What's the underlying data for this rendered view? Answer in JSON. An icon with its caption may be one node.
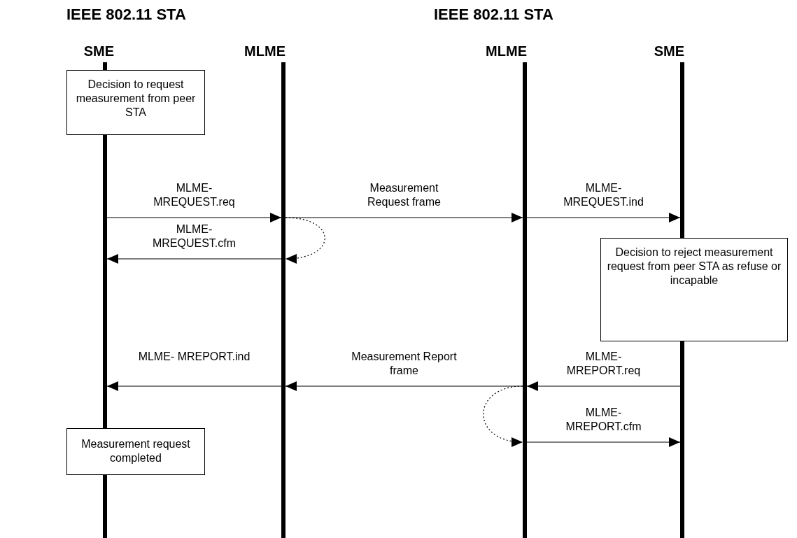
{
  "diagram": {
    "nodes": [
      {
        "text": [
          "SME"
        ]
      },
      {
        "text": [
          "MLME"
        ]
      },
      {
        "text": [
          "MLME"
        ]
      },
      {
        "text": [
          "SME"
        ]
      },
      {
        "text": [
          "Decision to request measurement from peer STA"
        ]
      },
      {
        "text": [
          "Decision to reject measurement request from peer STA as refuse or incapable"
        ]
      },
      {
        "text": [
          "Measurement request completed"
        ]
      }
    ],
    "edges": [
      {
        "from": 0,
        "to": 1,
        "arrow": "to",
        "label": "MLME- MREQUEST.req"
      },
      {
        "from": 1,
        "to": 2,
        "arrow": "to",
        "label": "Measurement Request frame"
      },
      {
        "from": 2,
        "to": 3,
        "arrow": "to",
        "label": "MLME- MREQUEST.ind"
      },
      {
        "from": 1,
        "to": 1,
        "arrow": "to",
        "style": "dashed"
      },
      {
        "from": 1,
        "to": 0,
        "arrow": "to",
        "label": "MLME- MREQUEST.cfm"
      },
      {
        "from": 3,
        "to": 2,
        "arrow": "to",
        "label": "MLME- MREPORT.req"
      },
      {
        "from": 2,
        "to": 1,
        "arrow": "to",
        "label": "Measurement Report frame"
      },
      {
        "from": 1,
        "to": 0,
        "arrow": "to",
        "label": "MLME- MREPORT.ind"
      },
      {
        "from": 2,
        "to": 2,
        "arrow": "to",
        "style": "dashed"
      },
      {
        "from": 2,
        "to": 3,
        "arrow": "to",
        "label": "MLME- MREPORT.cfm"
      }
    ],
    "labels": [
      "IEEE 802.11 STA",
      "IEEE 802.11 STA"
    ]
  }
}
